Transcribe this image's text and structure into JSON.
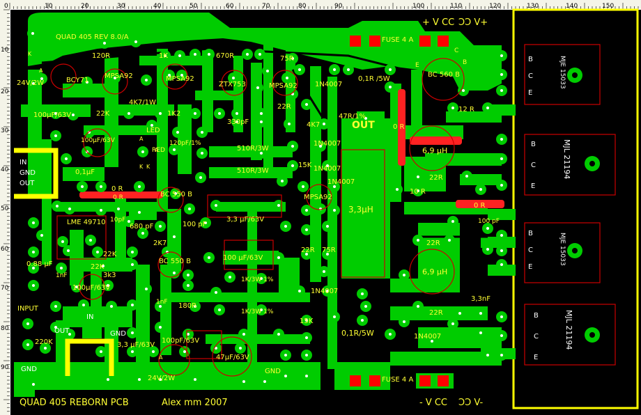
{
  "board": {
    "title_top": "QUAD 405 REV 8.0/A",
    "title_bottom": "QUAD 405 REBORN  PCB",
    "author": "Alex mm 2007"
  },
  "ruler": {
    "top": [
      "0",
      "10",
      "20",
      "30",
      "40",
      "50",
      "60",
      "70",
      "80",
      "90",
      "100",
      "110",
      "120",
      "130",
      "140",
      "150"
    ],
    "left": [
      "10",
      "20",
      "30",
      "40",
      "50",
      "60",
      "70",
      "80",
      "90"
    ]
  },
  "rails": {
    "vcc_pos": "+ V CC",
    "vcc_neg": "- V CC",
    "mirror_pos": "ƆƆ V+",
    "mirror_neg": "ƆƆ V-"
  },
  "io": {
    "in_label": "IN",
    "gnd_label": "GND",
    "out_label": "OUT",
    "input_label": "INPUT",
    "gnd_bottom": "GND",
    "out_big": "OUT",
    "psu_out": "OUT",
    "psu_in": "IN",
    "psu_gnd": "GND"
  },
  "parts": {
    "r120": "120R",
    "r1k": "1K",
    "r670": "670R",
    "r75a": "75R",
    "fuse_top": "FUSE 4 A",
    "fuse_bot": "FUSE 4 A",
    "bcy71": "BCY71",
    "mpsa92a": "MPSA92",
    "mpsa92b": "MPSA92",
    "ztx753": "ZTX753",
    "mpsa92c": "MPSA92",
    "d1n4007a": "1N4007",
    "r01a": "0,1R /5W",
    "bc560": "BC 560 B",
    "z24a": "24V/2W",
    "r4k7w": "4K7/1W",
    "r22ka": "22K",
    "r1k2": "1K2",
    "r22r_a": "22R",
    "r330p": "330pF",
    "r47": "47R/1%",
    "r4k7": "4K7",
    "r12r": "12 R",
    "c100u63a": "100µF/63V",
    "led": "LED",
    "red": "RED",
    "c120p": "120pF/1%",
    "c100u63b": "100µF/63V",
    "d1n4007b": "1N4007",
    "r510a": "510R/3W",
    "r510b": "510R/3W",
    "r15k": "15K",
    "d1n4007c": "1N4007",
    "r0r_a": "0 R",
    "l69a": "6,9 µH",
    "c01u": "0,1µF",
    "r0r_b": "0 R",
    "r0r_c": "0 R",
    "bc550a": "BC 550 B",
    "d1n4007d": "1N4007",
    "r22r_b": "22R",
    "r10r": "10 R",
    "mpsa92d": "MPSA92",
    "r0r_d": "0 R",
    "c100p_a": "100 pF",
    "lme": "LME 49710",
    "c100p_b": "10pF",
    "c680p": "680 pF",
    "c100p_c": "100 pF",
    "c33u_a": "3,3 µF/63V",
    "l33": "3,3µH",
    "r2k7": "2K7",
    "r22kb": "22K",
    "c088": "0.88 µF",
    "r22kc": "22K",
    "c1nf": "1nF",
    "r3k3": "3k3",
    "bc550b": "BC 550 B",
    "c100u63c": "100 µF/63V",
    "r22r_c": "22R",
    "r75b": "75R",
    "r22r_d": "22R",
    "c100u63d": "100µF/63V",
    "r1k3a": "1K/3W 1%",
    "r1k3b": "1K/3W 1%",
    "d1n4007e": "1N4007",
    "l69b": "6,9 µH",
    "c1nf_b": "1nF",
    "r180": "180R",
    "c33n": "3,3nF",
    "r22r_e": "22R",
    "r15k_b": "15K",
    "r01b": "0,1R/5W",
    "d1n4007f": "1N4007",
    "r220k": "220K",
    "c33u_b": "3,3 µF/63V",
    "c100p63": "100pF/63V",
    "c47u": "47µF/63V",
    "z24b": "24V/2W",
    "gnd_c": "GND",
    "k_a": "K",
    "k_b": "K",
    "a_a": "A",
    "a_b": "A",
    "a_c": "A",
    "k_c": "K",
    "a_d": "A",
    "e_l": "E",
    "c_l": "C",
    "b_l": "B"
  },
  "transistors": [
    {
      "name": "MJE 15033",
      "b": "B",
      "c": "C",
      "e": "E"
    },
    {
      "name": "MJL 21194",
      "b": "B",
      "c": "C",
      "e": "E"
    },
    {
      "name": "MJE 15033",
      "b": "B",
      "c": "C",
      "e": "E"
    },
    {
      "name": "MJL 21194",
      "b": "B",
      "c": "C",
      "e": "E"
    }
  ],
  "colors": {
    "board": "#000000",
    "copper": "#00cc00",
    "silk": "#ffff33",
    "pad_red": "#ff0000",
    "outline": "#cc0000",
    "heatsink": "#ffff00",
    "ruler_bg": "#f4f4e8"
  }
}
